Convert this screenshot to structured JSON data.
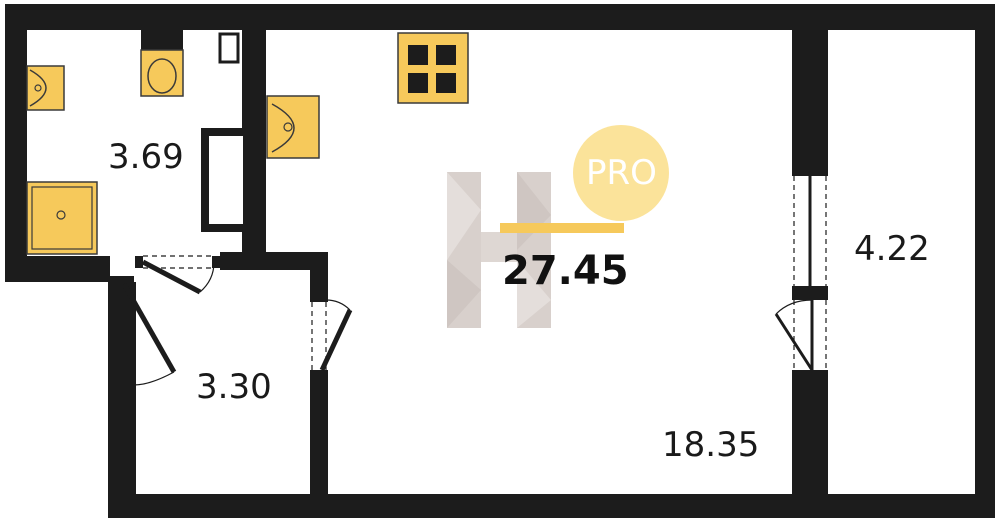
{
  "plan": {
    "total_area": "27.45",
    "rooms": [
      {
        "id": "bathroom",
        "area": "3.69"
      },
      {
        "id": "hall",
        "area": "3.30"
      },
      {
        "id": "living",
        "area": "18.35"
      },
      {
        "id": "balcony",
        "area": "4.22"
      }
    ],
    "watermark": {
      "badge_text": "PRO"
    },
    "colors": {
      "wall": "#1c1c1c",
      "fixture_fill": "#f6c95b",
      "fixture_stroke": "#3a3a3a",
      "accent_bar": "#f6c95b",
      "badge": "#fbe39a"
    }
  }
}
